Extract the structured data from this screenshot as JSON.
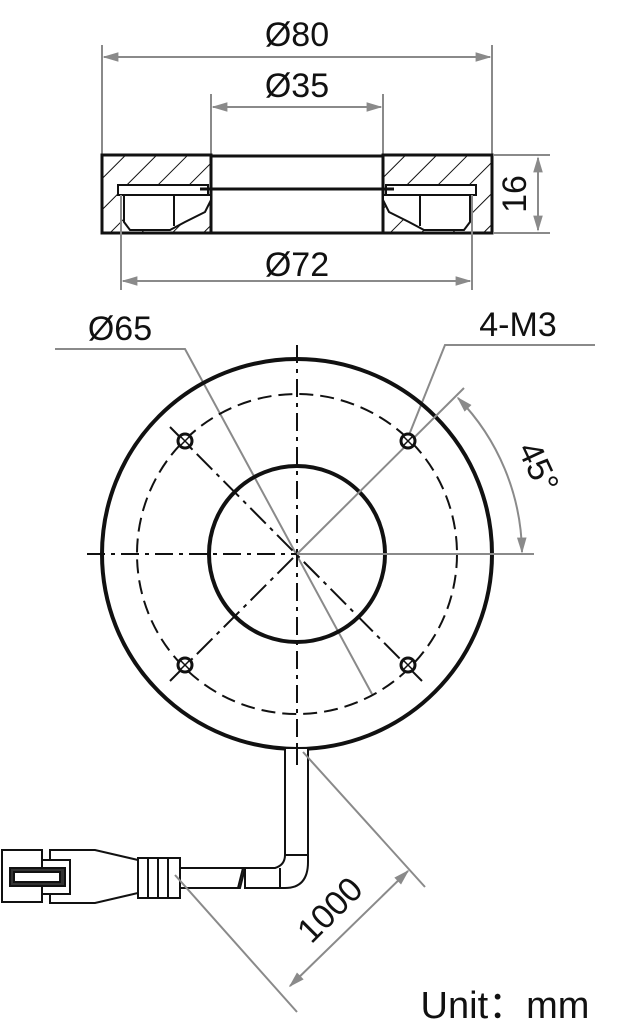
{
  "drawing": {
    "section_view": {
      "dim_outer_diameter": "Ø80",
      "dim_inner_diameter": "Ø35",
      "dim_base_diameter": "Ø72",
      "dim_height": "16"
    },
    "top_view": {
      "dim_hole_circle": "Ø65",
      "dim_holes": "4-M3",
      "dim_angle": "45°"
    },
    "cable": {
      "dim_length": "1000"
    },
    "unit_label": "Unit：mm"
  },
  "colors": {
    "line": "#000000",
    "dimension_line": "#8a8a8a",
    "background": "#ffffff"
  }
}
